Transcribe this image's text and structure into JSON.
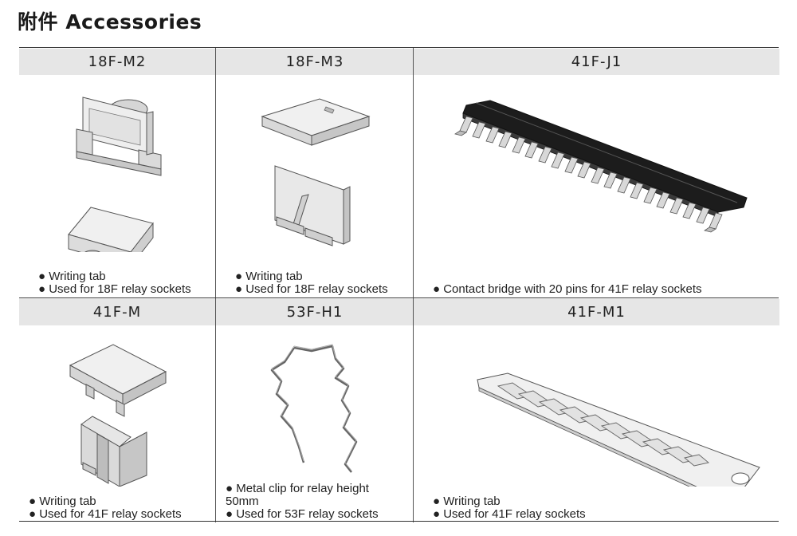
{
  "header": {
    "title": "附件 Accessories"
  },
  "cells": [
    {
      "code": "18F-M2",
      "notes": [
        "● Writing tab",
        "● Used for 18F relay sockets"
      ]
    },
    {
      "code": "18F-M3",
      "notes": [
        "● Writing tab",
        "● Used for 18F relay sockets"
      ]
    },
    {
      "code": "41F-J1",
      "notes": [
        "● Contact bridge with 20 pins for 41F relay sockets"
      ]
    },
    {
      "code": "41F-M",
      "notes": [
        "● Writing tab",
        "● Used for 41F relay sockets"
      ]
    },
    {
      "code": "53F-H1",
      "notes": [
        "● Metal clip for relay height",
        "50mm",
        "● Used for 53F relay sockets"
      ]
    },
    {
      "code": "41F-M1",
      "notes": [
        "● Writing tab",
        "● Used for 41F relay sockets"
      ]
    }
  ]
}
